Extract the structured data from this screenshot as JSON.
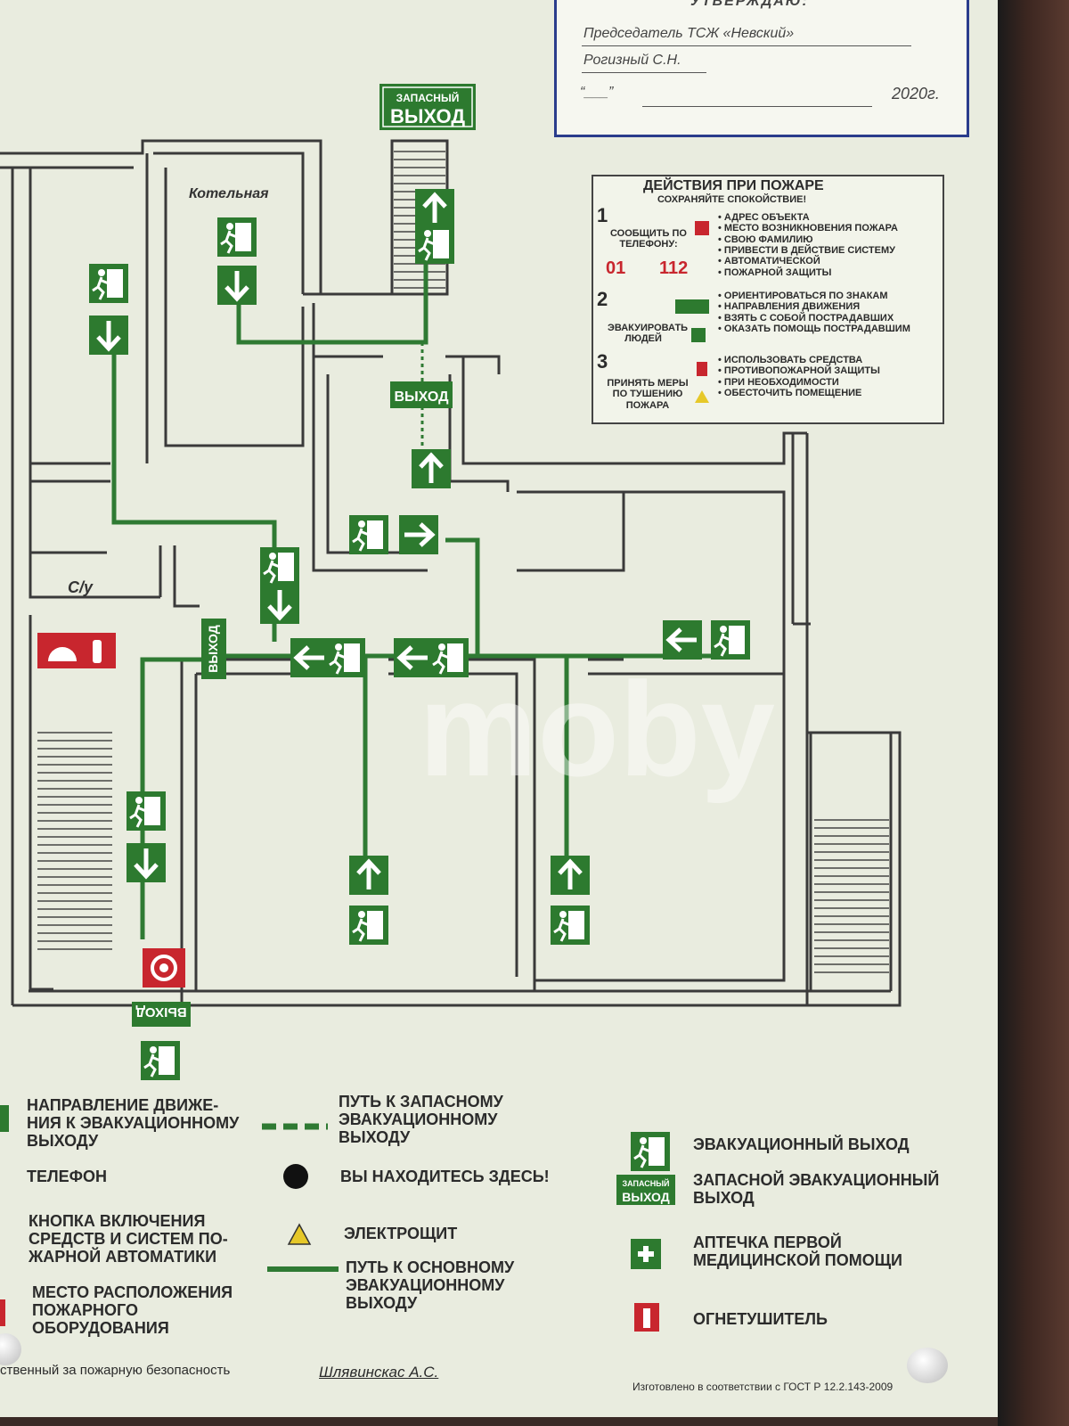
{
  "approval": {
    "header": "УТВЕРЖДАЮ:",
    "line1": "Председатель ТСЖ «Невский»",
    "line2": "Рогизный С.Н.",
    "date_prefix": "“___”",
    "date_year": "2020г."
  },
  "plan": {
    "spare_exit_sign_top": "ЗАПАСНЫЙ",
    "spare_exit_sign_bottom": "ВЫХОД",
    "room_boiler": "Котельная",
    "room_wc": "С/у",
    "exit_label_center": "ВЫХОД",
    "exit_label_left_vertical": "ВЫХОД",
    "exit_label_bottom": "ВЫХОД"
  },
  "fire_actions": {
    "title": "ДЕЙСТВИЯ ПРИ ПОЖАРЕ",
    "subtitle": "СОХРАНЯЙТЕ СПОКОЙСТВИЕ!",
    "step1_number": "1",
    "step1_label": "СООБЩИТЬ ПО ТЕЛЕФОНУ:",
    "step1_phone": "01",
    "step1_phone2": "112",
    "step1_items": [
      "АДРЕС ОБЪЕКТА",
      "МЕСТО ВОЗНИКНОВЕНИЯ ПОЖАРА",
      "СВОЮ ФАМИЛИЮ",
      "ПРИВЕСТИ В ДЕЙСТВИЕ СИСТЕМУ",
      "АВТОМАТИЧЕСКОЙ",
      "ПОЖАРНОЙ ЗАЩИТЫ"
    ],
    "step2_number": "2",
    "step2_label": "ЭВАКУИРОВАТЬ ЛЮДЕЙ",
    "step2_items": [
      "ОРИЕНТИРОВАТЬСЯ ПО ЗНАКАМ",
      "НАПРАВЛЕНИЯ ДВИЖЕНИЯ",
      "ВЗЯТЬ С СОБОЙ ПОСТРАДАВШИХ",
      "ОКАЗАТЬ ПОМОЩЬ ПОСТРАДАВШИМ"
    ],
    "step3_number": "3",
    "step3_label": "ПРИНЯТЬ МЕРЫ ПО ТУШЕНИЮ ПОЖАРА",
    "step3_items": [
      "ИСПОЛЬЗОВАТЬ СРЕДСТВА",
      "ПРОТИВОПОЖАРНОЙ ЗАЩИТЫ",
      "ПРИ НЕОБХОДИМОСТИ",
      "ОБЕСТОЧИТЬ ПОМЕЩЕНИЕ"
    ]
  },
  "legend": {
    "direction": "НАПРАВЛЕНИЕ ДВИЖЕ-\nНИЯ К ЭВАКУАЦИОННОМУ\nВЫХОДУ",
    "spare_path": "ПУТЬ К ЗАПАСНОМУ\nЭВАКУАЦИОННОМУ\nВЫХОДУ",
    "evac_exit": "ЭВАКУАЦИОННЫЙ ВЫХОД",
    "phone": "ТЕЛЕФОН",
    "you_are_here": "ВЫ НАХОДИТЕСЬ ЗДЕСЬ!",
    "spare_exit": "ЗАПАСНОЙ ЭВАКУАЦИОННЫЙ\nВЫХОД",
    "button": "КНОПКА ВКЛЮЧЕНИЯ\nСРЕДСТВ И СИСТЕМ ПО-\nЖАРНОЙ АВТОМАТИКИ",
    "panel": "ЭЛЕКТРОЩИТ",
    "first_aid": "АПТЕЧКА ПЕРВОЙ\nМЕДИЦИНСКОЙ ПОМОЩИ",
    "equipment": "МЕСТО РАСПОЛОЖЕНИЯ\nПОЖАРНОГО\nОБОРУДОВАНИЯ",
    "main_path": "ПУТЬ К ОСНОВНОМУ\nЭВАКУАЦИОННОМУ\nВЫХОДУ",
    "extinguisher": "ОГНЕТУШИТЕЛЬ",
    "mini_spare_top": "ЗАПАСНЫЙ",
    "mini_spare_bottom": "ВЫХОД"
  },
  "footer": {
    "responsible_label": "ственный за пожарную безопасность",
    "responsible_name": "Шлявинскас А.С.",
    "gost": "Изготовлено в соответствии с ГОСТ Р 12.2.143-2009"
  },
  "watermark": "moby",
  "colors": {
    "sign_green": "#2d7a2f",
    "path_green": "#2f7a33",
    "fire_red": "#c8262e",
    "frame_blue": "#2a3c8c"
  },
  "icons": [
    "running-man-icon",
    "arrow-up-icon",
    "arrow-down-icon",
    "arrow-left-icon",
    "arrow-right-icon",
    "phone-icon",
    "extinguisher-icon",
    "first-aid-icon",
    "warning-icon",
    "fire-button-icon"
  ]
}
